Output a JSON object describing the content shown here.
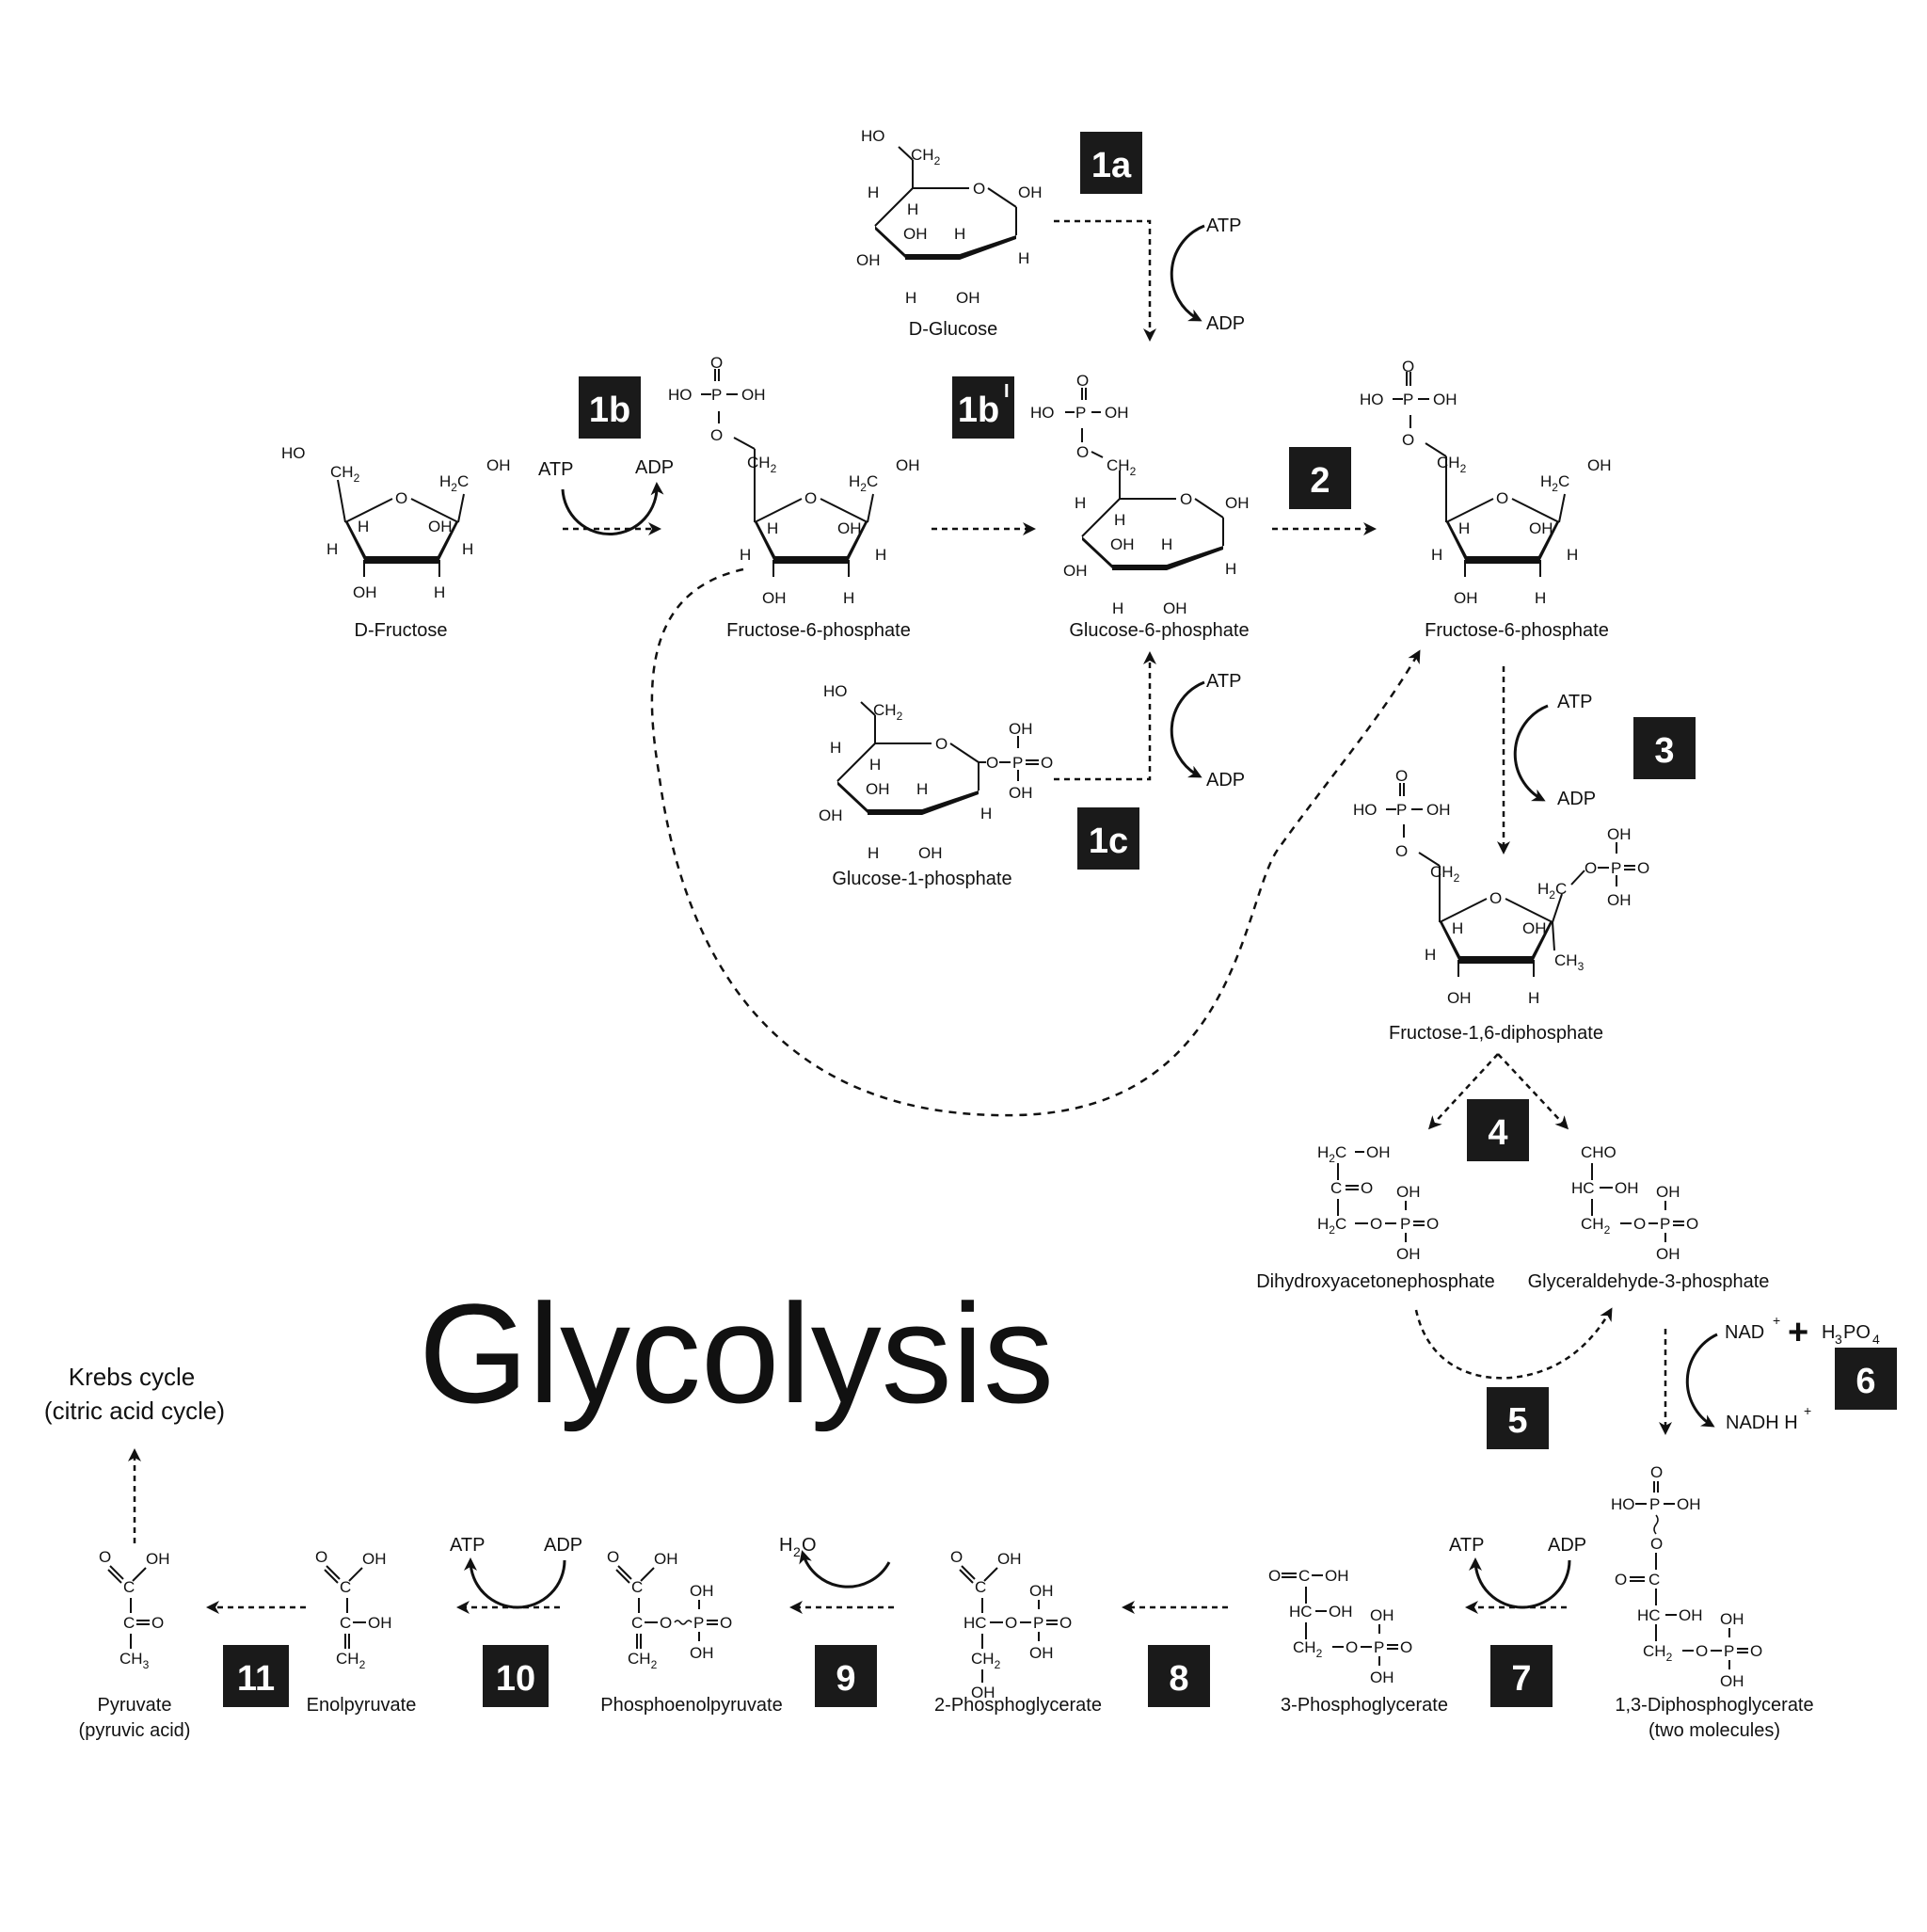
{
  "title": "Glycolysis",
  "colors": {
    "ink": "#111111",
    "step_box": "#1a1a1a",
    "background": "#ffffff"
  },
  "steps": {
    "s1a": "1a",
    "s1b": "1b",
    "s1b_prime": "1b",
    "s1b_prime_mark": "I",
    "s1c": "1c",
    "s2": "2",
    "s3": "3",
    "s4": "4",
    "s5": "5",
    "s6": "6",
    "s7": "7",
    "s8": "8",
    "s9": "9",
    "s10": "10",
    "s11": "11"
  },
  "molecules": {
    "d_glucose": "D-Glucose",
    "d_fructose": "D-Fructose",
    "fructose_6_phosphate": "Fructose-6-phosphate",
    "glucose_6_phosphate": "Glucose-6-phosphate",
    "fructose_6_phosphate_2": "Fructose-6-phosphate",
    "glucose_1_phosphate": "Glucose-1-phosphate",
    "fructose_1_6_diphosphate": "Fructose-1,6-diphosphate",
    "dihydroxyacetonephosphate": "Dihydroxyacetonephosphate",
    "glyceraldehyde_3_phosphate": "Glyceraldehyde-3-phosphate",
    "diphosphoglycerate_1_3": "1,3-Diphosphoglycerate",
    "diphosphoglycerate_note": "(two molecules)",
    "phosphoglycerate_3": "3-Phosphoglycerate",
    "phosphoglycerate_2": "2-Phosphoglycerate",
    "phosphoenolpyruvate": "Phosphoenolpyruvate",
    "enolpyruvate": "Enolpyruvate",
    "pyruvate": "Pyruvate",
    "pyruvate_note": "(pyruvic acid)",
    "krebs": "Krebs cycle",
    "krebs_note": "(citric acid cycle)"
  },
  "cofactors": {
    "atp": "ATP",
    "adp": "ADP",
    "nad": "NAD",
    "nad_sup": "+",
    "plus": "+",
    "h3po4_h": "H",
    "h3po4_3": "3",
    "h3po4_po": "PO",
    "h3po4_4": "4",
    "nadh": "NADH H",
    "nadh_sup": "+",
    "h2o_h": "H",
    "h2o_2": "2",
    "h2o_o": "O"
  },
  "atoms": {
    "ho": "HO",
    "oh": "OH",
    "o": "O",
    "h": "H",
    "p": "P",
    "c": "C",
    "ch2": "CH",
    "h2c": "H",
    "ch3": "CH",
    "sub2": "2",
    "sub3": "3",
    "cho": "CHO",
    "hc": "HC"
  }
}
